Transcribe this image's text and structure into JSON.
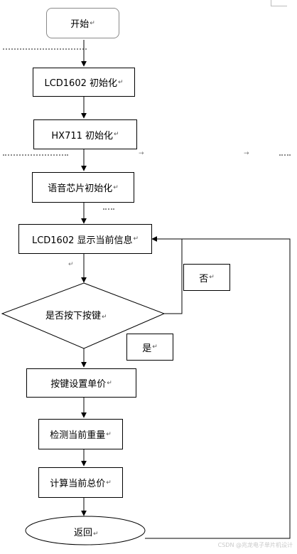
{
  "nodes": {
    "start": "开始",
    "lcd_init": "LCD1602 初始化",
    "hx711_init": "HX711 初始化",
    "voice_init": "语音芯片初始化",
    "lcd_show": "LCD1602 显示当前信息",
    "decision": "是否按下按键",
    "set_price": "按键设置单价",
    "measure_weight": "检测当前重量",
    "calc_total": "计算当前总价",
    "return": "返回"
  },
  "branches": {
    "no": "否",
    "yes": "是"
  },
  "para_mark": "↵",
  "watermark": "CSDN @兆龙电子单片机设计"
}
